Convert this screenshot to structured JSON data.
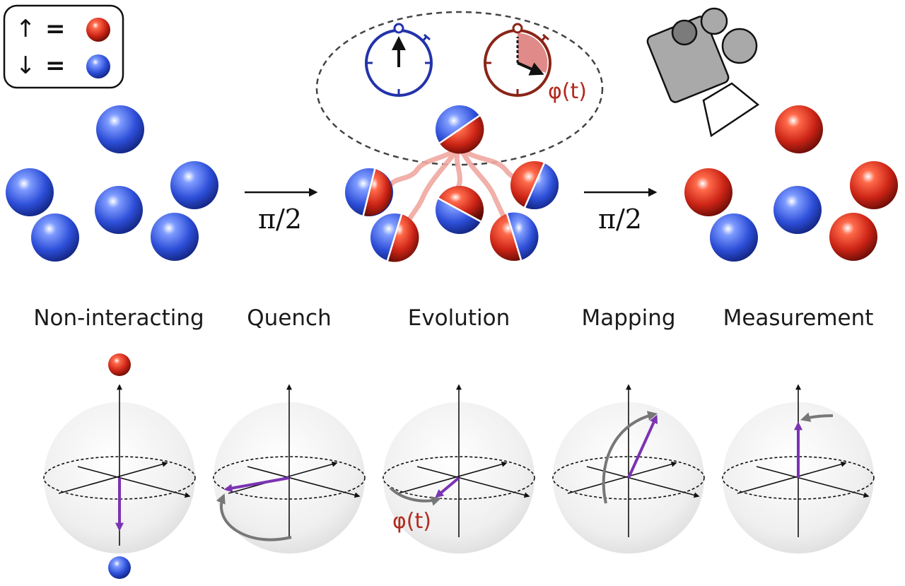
{
  "legend": {
    "up_symbol": "↑",
    "down_symbol": "↓",
    "equals": "="
  },
  "stages": [
    {
      "label": "Non-interacting"
    },
    {
      "label": "Quench"
    },
    {
      "label": "Evolution"
    },
    {
      "label": "Mapping"
    },
    {
      "label": "Measurement"
    }
  ],
  "pulses": [
    {
      "label": "π/2"
    },
    {
      "label": "π/2"
    }
  ],
  "phase_label_clock": "φ(t)",
  "phase_label_sphere": "φ(t)",
  "icons": [
    "stopwatch-icon",
    "camera-icon",
    "bloch-sphere-icon"
  ],
  "colors": {
    "spin_up": "#c8221a",
    "spin_down": "#2c4fd6",
    "vector": "#7b33b3",
    "rotation_arrow": "#777777",
    "phase_text": "#b22a1e",
    "clock_blue": "#2233aa",
    "clock_red": "#8a2418",
    "interaction": "#f0a8a0"
  }
}
